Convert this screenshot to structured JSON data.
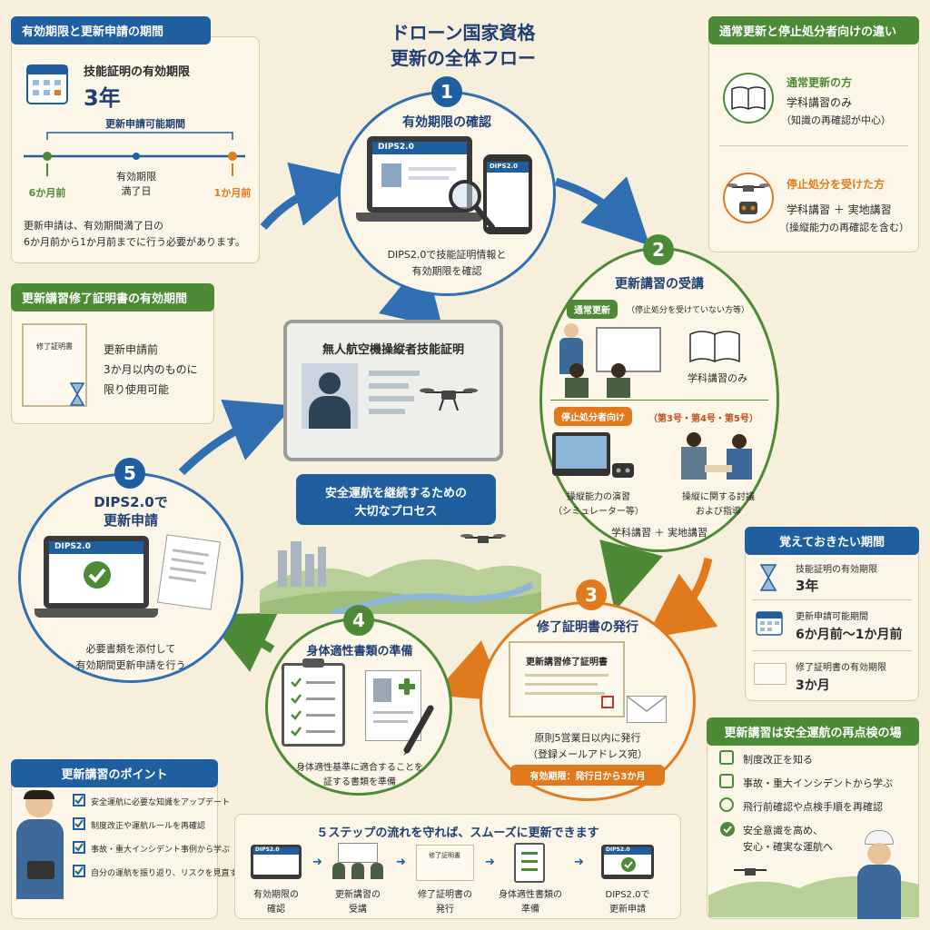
{
  "main_title": {
    "line1": "ドローン国家資格",
    "line2": "更新の全体フロー"
  },
  "validity_panel": {
    "tag": "有効期限と更新申請の期間",
    "cert_label": "技能証明の有効期限",
    "cert_value": "3年",
    "window_label": "更新申請可能期間",
    "tick_left": "6か月前",
    "tick_mid_1": "有効期限",
    "tick_mid_2": "満了日",
    "tick_right": "1か月前",
    "note_1": "更新申請は、有効期間満了日の",
    "note_2": "6か月前から1か月前までに行う必要があります。"
  },
  "course_cert_panel": {
    "tag": "更新講習修了証明書の有効期間",
    "doc_label": "修了証明書",
    "line1": "更新申請前",
    "line2": "3か月以内のものに",
    "line3": "限り使用可能"
  },
  "difference_panel": {
    "tag": "通常更新と停止処分者向けの違い",
    "normal_title": "通常更新の方",
    "normal_line1": "学科講習のみ",
    "normal_line2": "（知識の再確認が中心）",
    "suspended_title": "停止処分を受けた方",
    "suspended_line1": "学科講習 ＋ 実地講習",
    "suspended_line2": "（操縦能力の再確認を含む）"
  },
  "steps": {
    "s1": {
      "num": "1",
      "title": "有効期限の確認",
      "screen": "DIPS2.0",
      "phone": "DIPS2.0",
      "desc1": "DIPS2.0で技能証明情報と",
      "desc2": "有効期限を確認"
    },
    "s2": {
      "num": "2",
      "title": "更新講習の受講",
      "normal_tag": "通常更新",
      "normal_note": "（停止処分を受けていない方等）",
      "normal_result": "学科講習のみ",
      "susp_tag": "停止処分者向け",
      "susp_note": "（第3号・第4号・第5号）",
      "sim_1": "操縦能力の演習",
      "sim_2": "（シミュレーター等）",
      "disc_1": "操縦に関する討議",
      "disc_2": "および指導",
      "result": "学科講習 ＋ 実地講習"
    },
    "s3": {
      "num": "3",
      "title": "修了証明書の発行",
      "doc": "更新講習修了証明書",
      "desc1": "原則5営業日以内に発行",
      "desc2": "（登録メールアドレス宛）",
      "validity": "有効期限：発行日から3か月"
    },
    "s4": {
      "num": "4",
      "title": "身体適性書類の準備",
      "desc1": "身体適性基準に適合することを",
      "desc2": "証する書類を準備"
    },
    "s5": {
      "num": "5",
      "title1": "DIPS2.0で",
      "title2": "更新申請",
      "screen": "DIPS2.0",
      "desc1": "必要書類を添付して",
      "desc2": "有効期間更新申請を行う"
    }
  },
  "center": {
    "card_title": "無人航空機操縦者技能証明",
    "banner1": "安全運航を継続するための",
    "banner2": "大切なプロセス"
  },
  "remember_panel": {
    "tag": "覚えておきたい期間",
    "r1_label": "技能証明の有効期限",
    "r1_value": "3年",
    "r2_label": "更新申請可能期間",
    "r2_value": "6か月前〜1か月前",
    "r3_label": "修了証明書の有効期限",
    "r3_value": "3か月"
  },
  "safety_panel": {
    "tag": "更新講習は安全運航の再点検の場",
    "items": [
      "制度改正を知る",
      "事故・重大インシデントから学ぶ",
      "飛行前確認や点検手順を再確認",
      "安全意識を高め、",
      "安心・確実な運航へ"
    ]
  },
  "points_panel": {
    "tag": "更新講習のポイント",
    "items": [
      "安全運航に必要な知識をアップデート",
      "制度改正や運航ルールを再確認",
      "事故・重大インシデント事例から学ぶ",
      "自分の運航を振り返り、リスクを見直す"
    ]
  },
  "summary_panel": {
    "title": "５ステップの流れを守れば、スムーズに更新できます",
    "steps": [
      {
        "l1": "有効期限の",
        "l2": "確認"
      },
      {
        "l1": "更新講習の",
        "l2": "受講"
      },
      {
        "l1": "修了証明書の",
        "l2": "発行"
      },
      {
        "l1": "身体適性書類の",
        "l2": "準備"
      },
      {
        "l1": "DIPS2.0で",
        "l2": "更新申請"
      }
    ],
    "mini_screen_1": "DIPS2.0",
    "mini_doc_3": "修了証明書",
    "mini_screen_5": "DIPS2.0"
  },
  "colors": {
    "blue": "#1f5fa0",
    "green": "#4d8a35",
    "orange": "#e07a1c",
    "background": "#f6efdc"
  }
}
